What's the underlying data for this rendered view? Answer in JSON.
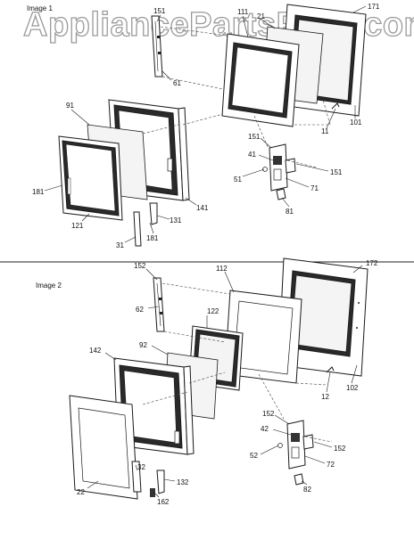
{
  "watermark": "AppliancePartsPros.com",
  "panel1": {
    "title": "Image 1",
    "labels": [
      {
        "id": "l151a",
        "text": "151"
      },
      {
        "id": "l111",
        "text": "111"
      },
      {
        "id": "l21",
        "text": "21"
      },
      {
        "id": "l171",
        "text": "171"
      },
      {
        "id": "l61",
        "text": "61"
      },
      {
        "id": "l91",
        "text": "91"
      },
      {
        "id": "l101",
        "text": "101"
      },
      {
        "id": "l11",
        "text": "11"
      },
      {
        "id": "l151b",
        "text": "151"
      },
      {
        "id": "l41",
        "text": "41"
      },
      {
        "id": "l151c",
        "text": "151"
      },
      {
        "id": "l51",
        "text": "51"
      },
      {
        "id": "l71",
        "text": "71"
      },
      {
        "id": "l81",
        "text": "81"
      },
      {
        "id": "l181a",
        "text": "181"
      },
      {
        "id": "l141",
        "text": "141"
      },
      {
        "id": "l121",
        "text": "121"
      },
      {
        "id": "l131",
        "text": "131"
      },
      {
        "id": "l181b",
        "text": "181"
      },
      {
        "id": "l31",
        "text": "31"
      }
    ]
  },
  "panel2": {
    "title": "Image 2",
    "labels": [
      {
        "id": "l152a",
        "text": "152"
      },
      {
        "id": "l112",
        "text": "112"
      },
      {
        "id": "l172",
        "text": "172"
      },
      {
        "id": "l62",
        "text": "62"
      },
      {
        "id": "l122",
        "text": "122"
      },
      {
        "id": "l92",
        "text": "92"
      },
      {
        "id": "l142",
        "text": "142"
      },
      {
        "id": "l102",
        "text": "102"
      },
      {
        "id": "l12",
        "text": "12"
      },
      {
        "id": "l152b",
        "text": "152"
      },
      {
        "id": "l42",
        "text": "42"
      },
      {
        "id": "l152c",
        "text": "152"
      },
      {
        "id": "l52",
        "text": "52"
      },
      {
        "id": "l72",
        "text": "72"
      },
      {
        "id": "l82",
        "text": "82"
      },
      {
        "id": "l22",
        "text": "22"
      },
      {
        "id": "l32",
        "text": "32"
      },
      {
        "id": "l132",
        "text": "132"
      },
      {
        "id": "l162",
        "text": "162"
      }
    ]
  }
}
